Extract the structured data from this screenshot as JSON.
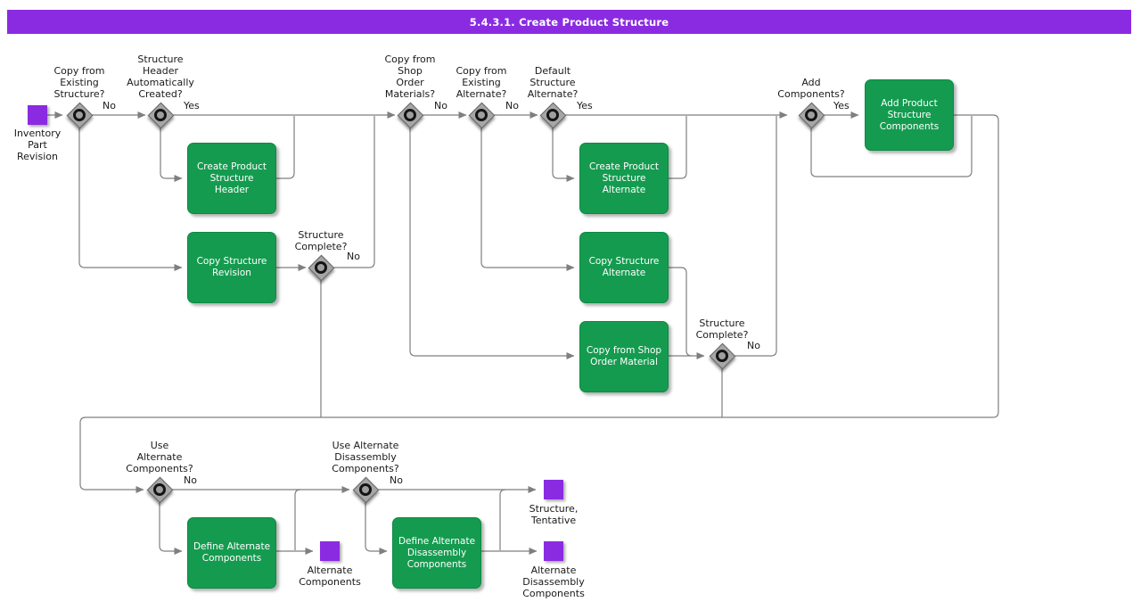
{
  "title": "5.4.3.1. Create Product Structure",
  "colors": {
    "title_bar": "#8a2be2",
    "activity_green": "#149b4f",
    "event_purple": "#8a2be2",
    "connector_gray": "#7f7f7f"
  },
  "decisions": [
    {
      "id": "copy-from-existing-structure",
      "label": "Copy from\nExisting\nStructure?",
      "branch": "No"
    },
    {
      "id": "structure-header-automatically-created",
      "label": "Structure\nHeader\nAutomatically\nCreated?",
      "branch": "Yes"
    },
    {
      "id": "copy-from-shop-order-materials",
      "label": "Copy from\nShop\nOrder\nMaterials?",
      "branch": "No"
    },
    {
      "id": "copy-from-existing-alternate",
      "label": "Copy from\nExisting\nAlternate?",
      "branch": "No"
    },
    {
      "id": "default-structure-alternate",
      "label": "Default\nStructure\nAlternate?",
      "branch": "Yes"
    },
    {
      "id": "add-components",
      "label": "Add\nComponents?",
      "branch": "Yes"
    },
    {
      "id": "structure-complete-1",
      "label": "Structure\nComplete?",
      "branch": "No"
    },
    {
      "id": "structure-complete-2",
      "label": "Structure\nComplete?",
      "branch": "No"
    },
    {
      "id": "use-alternate-components",
      "label": "Use\nAlternate\nComponents?",
      "branch": "No"
    },
    {
      "id": "use-alternate-disassembly-components",
      "label": "Use Alternate\nDisassembly\nComponents?",
      "branch": "No"
    }
  ],
  "activities": [
    {
      "id": "create-product-structure-header",
      "label": "Create Product\nStructure\nHeader"
    },
    {
      "id": "copy-structure-revision",
      "label": "Copy Structure\nRevision"
    },
    {
      "id": "create-product-structure-alternate",
      "label": "Create Product\nStructure\nAlternate"
    },
    {
      "id": "copy-structure-alternate",
      "label": "Copy Structure\nAlternate"
    },
    {
      "id": "copy-from-shop-order-material",
      "label": "Copy from Shop\nOrder Material"
    },
    {
      "id": "add-product-structure-components",
      "label": "Add Product\nStructure\nComponents"
    },
    {
      "id": "define-alternate-components",
      "label": "Define Alternate\nComponents"
    },
    {
      "id": "define-alternate-disassembly-components",
      "label": "Define Alternate\nDisassembly\nComponents"
    }
  ],
  "events": [
    {
      "id": "inventory-part-revision",
      "label": "Inventory\nPart\nRevision"
    },
    {
      "id": "structure-tentative",
      "label": "Structure,\nTentative"
    },
    {
      "id": "alternate-components",
      "label": "Alternate\nComponents"
    },
    {
      "id": "alternate-disassembly-components",
      "label": "Alternate\nDisassembly\nComponents"
    }
  ]
}
